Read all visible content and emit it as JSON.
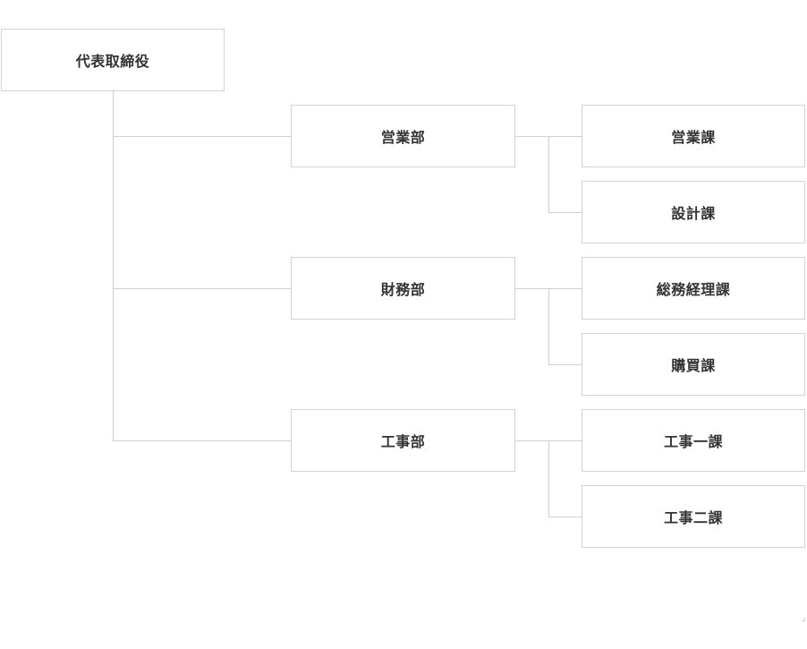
{
  "org_chart": {
    "ceo": "代表取締役",
    "departments": [
      {
        "name": "営業部",
        "sections": [
          "営業課",
          "設計課"
        ]
      },
      {
        "name": "財務部",
        "sections": [
          "総務経理課",
          "購買課"
        ]
      },
      {
        "name": "工事部",
        "sections": [
          "工事一課",
          "工事二課"
        ]
      }
    ]
  },
  "colors": {
    "border": "#d3d3d3",
    "connector": "#cfcfcf",
    "text": "#333333",
    "background": "#ffffff"
  }
}
